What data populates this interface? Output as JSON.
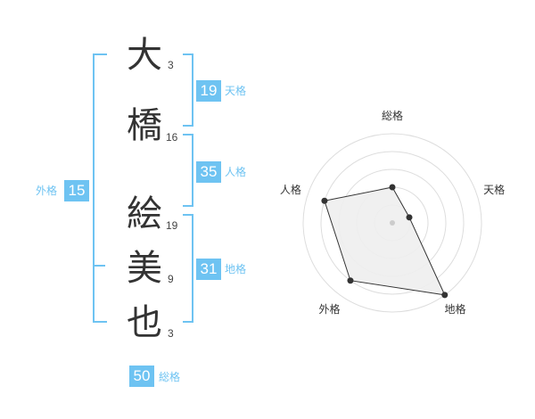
{
  "name": {
    "chars": [
      {
        "char": "大",
        "strokes": "3"
      },
      {
        "char": "橋",
        "strokes": "16"
      },
      {
        "char": "絵",
        "strokes": "19"
      },
      {
        "char": "美",
        "strokes": "9"
      },
      {
        "char": "也",
        "strokes": "3"
      }
    ]
  },
  "fortunes": {
    "tenkaku": {
      "value": "19",
      "label": "天格"
    },
    "jinkaku": {
      "value": "35",
      "label": "人格"
    },
    "chikaku": {
      "value": "31",
      "label": "地格"
    },
    "gaikaku": {
      "value": "15",
      "label": "外格"
    },
    "soukaku": {
      "value": "50",
      "label": "総格"
    }
  },
  "chart_data": {
    "type": "radar",
    "axes": [
      "総格",
      "天格",
      "地格",
      "外格",
      "人格"
    ],
    "values": [
      2,
      1,
      5,
      4,
      4
    ],
    "max": 5,
    "rings": 5,
    "colors": {
      "accent": "#6ec3f2",
      "fill": "#eeeeee",
      "ring": "#dddddd",
      "line": "#333333"
    }
  }
}
